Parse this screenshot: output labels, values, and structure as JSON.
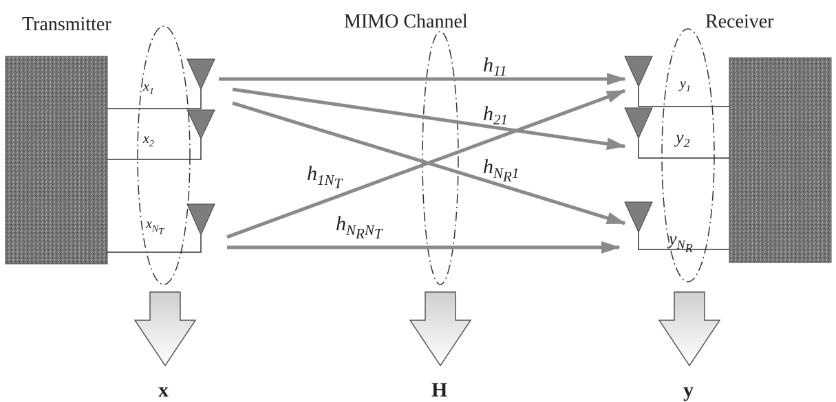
{
  "titles": {
    "transmitter": "Transmitter",
    "channel": "MIMO Channel",
    "receiver": "Receiver"
  },
  "tx": {
    "x1": {
      "base": "x",
      "sub": "1"
    },
    "x2": {
      "base": "x",
      "sub": "2"
    },
    "xNT": {
      "base": "x",
      "sub": "N",
      "subsub": "T"
    }
  },
  "rx": {
    "y1": {
      "base": "y",
      "sub": "1"
    },
    "y2": {
      "base": "y",
      "sub": "2"
    },
    "yNR": {
      "base": "y",
      "sub": "N",
      "subsub": "R"
    }
  },
  "channel": {
    "h11": {
      "base": "h",
      "sub": "11"
    },
    "h21": {
      "base": "h",
      "sub": "21"
    },
    "h1NT": {
      "base": "h",
      "sub": "1N",
      "subsub": "T"
    },
    "hNR1": {
      "base": "h",
      "sub": "N",
      "subsub": "R",
      "tail": "1"
    },
    "hNRNT": {
      "base": "h",
      "sub": "N",
      "subsub": "R",
      "sub2": "N",
      "sub2sub": "T"
    }
  },
  "vectors": {
    "x": "x",
    "H": "H",
    "y": "y"
  },
  "colors": {
    "block": "#6f6f6f",
    "arrow": "#8a8a8a",
    "antenna": "#7d7d7d",
    "line": "#333333"
  }
}
